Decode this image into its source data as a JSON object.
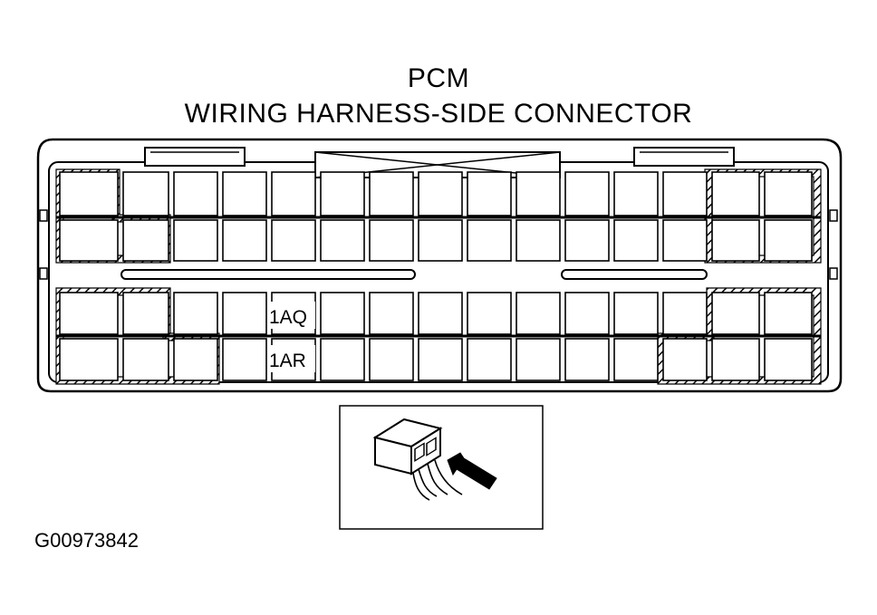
{
  "header": {
    "title": "PCM",
    "subtitle": "WIRING HARNESS-SIDE CONNECTOR"
  },
  "connector": {
    "pin_labels": {
      "row_c_col_5": "1AQ",
      "row_d_col_5": "1AR"
    }
  },
  "figure": {
    "code": "G00973842"
  }
}
